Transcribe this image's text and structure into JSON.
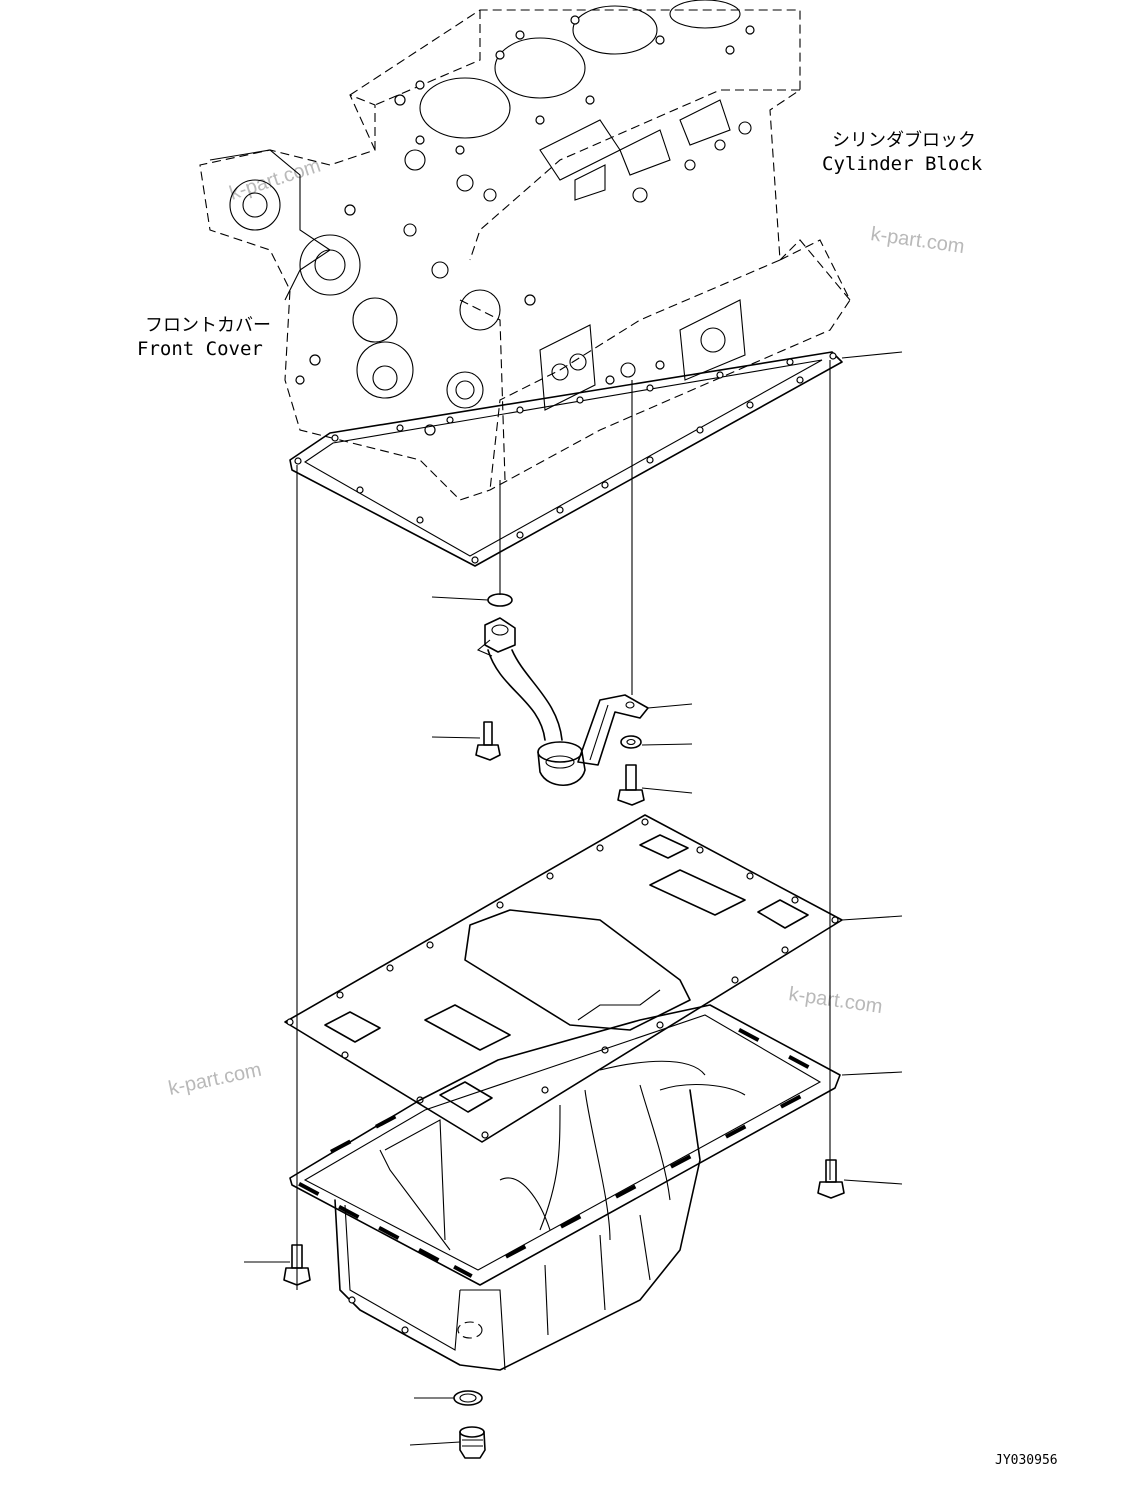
{
  "labels": {
    "cylinder_block_jp": "シリンダブロック",
    "cylinder_block_en": "Cylinder Block",
    "front_cover_jp": "フロントカバー",
    "front_cover_en": "Front Cover",
    "drawing_code": "JY030956"
  },
  "watermarks": [
    "k-part.com",
    "k-part.com",
    "k-part.com",
    "k-part.com"
  ],
  "colors": {
    "line": "#000000",
    "watermark": "#b9b9b9",
    "background": "#ffffff"
  }
}
